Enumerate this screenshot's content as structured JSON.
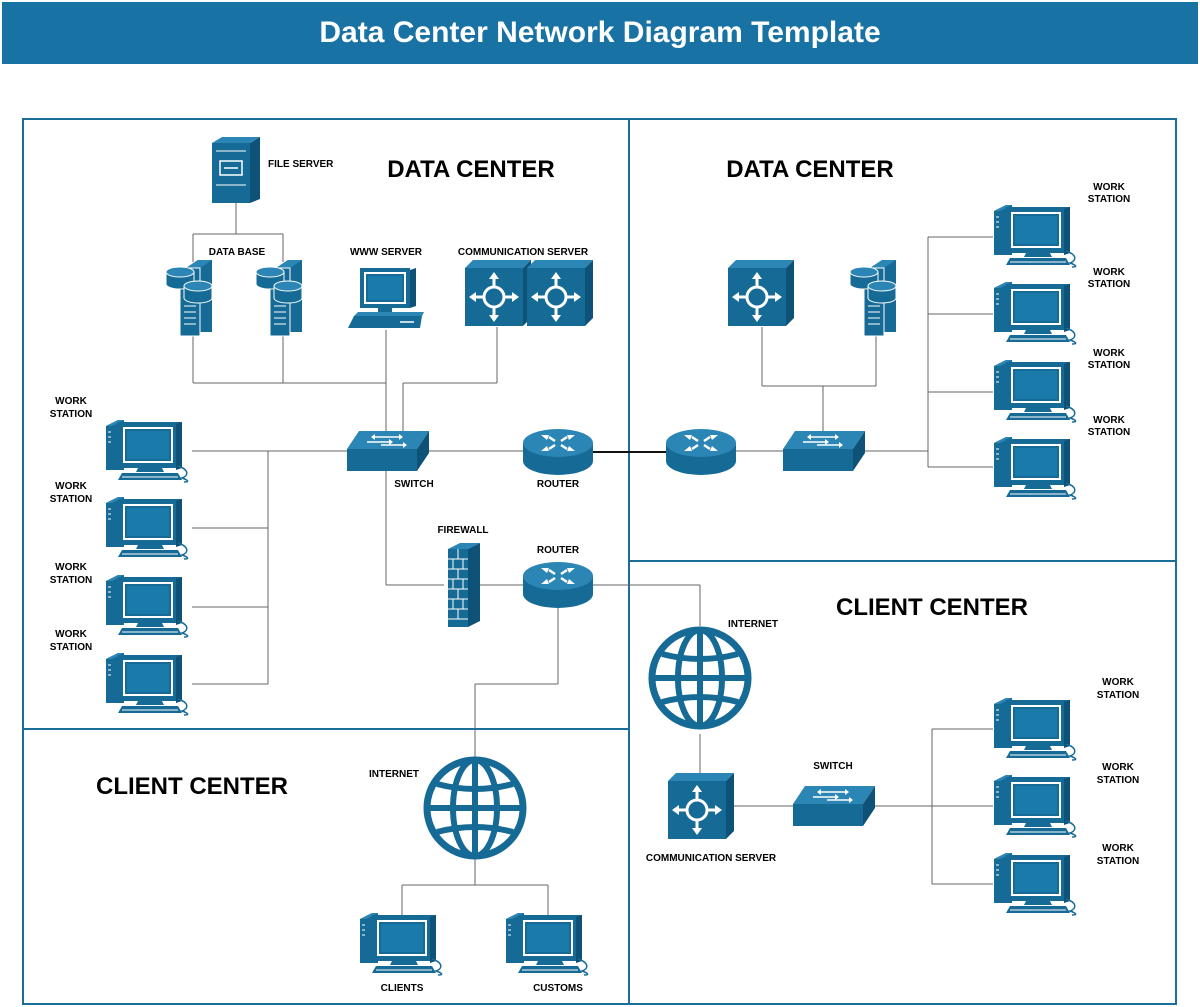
{
  "title": "Data Center Network Diagram Template",
  "colors": {
    "accent": "#1872a3",
    "device": "#156a96",
    "border": "#1a6e99"
  },
  "regions": {
    "top_left": "DATA CENTER",
    "top_right": "DATA CENTER",
    "bottom_left": "CLIENT CENTER",
    "bottom_right": "CLIENT CENTER"
  },
  "labels": {
    "file_server": "FILE SERVER",
    "data_base": "DATA BASE",
    "www_server": "WWW SERVER",
    "communication_server": "COMMUNICATION SERVER",
    "work": "WORK",
    "station": "STATION",
    "switch": "SWITCH",
    "router": "ROUTER",
    "firewall": "FIREWALL",
    "internet": "INTERNET",
    "clients": "CLIENTS",
    "customs": "CUSTOMS"
  }
}
